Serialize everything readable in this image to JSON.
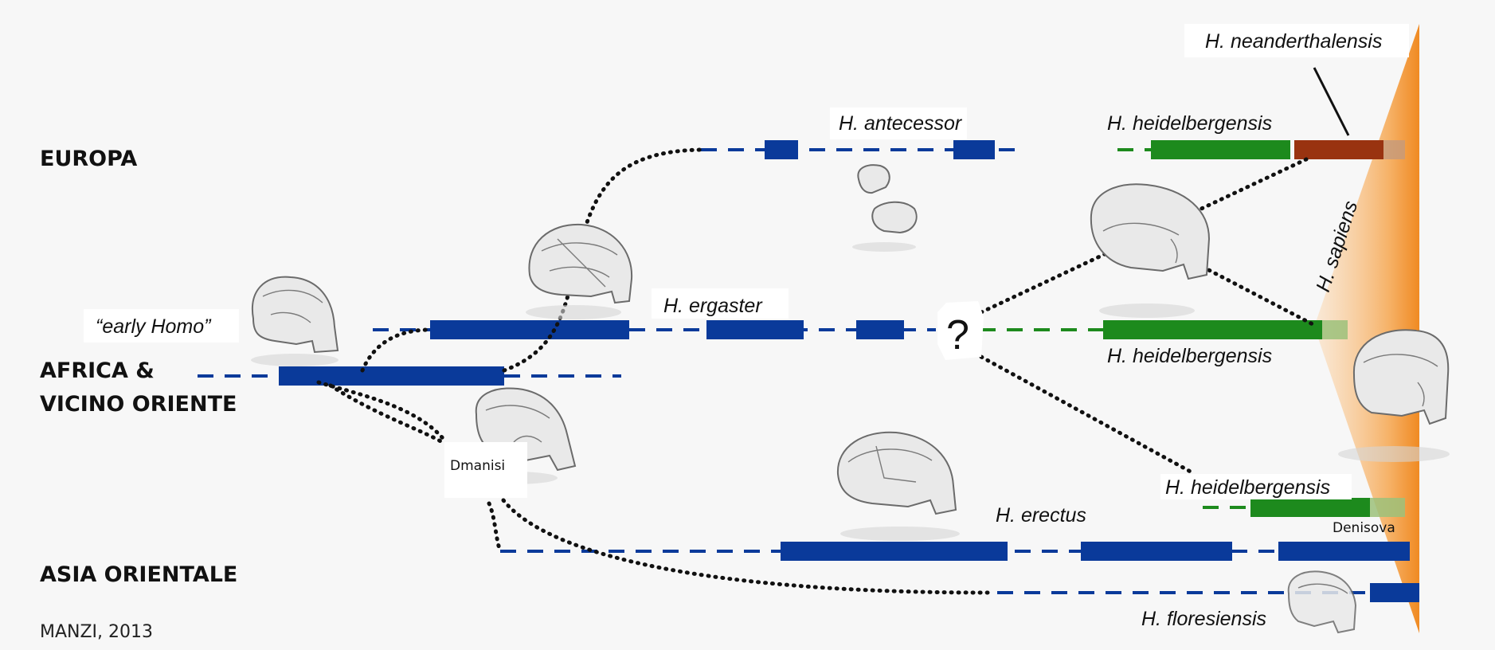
{
  "regions": {
    "europe": "EUROPA",
    "africa_line1": "AFRICA &",
    "africa_line2": "VICINO ORIENTE",
    "asia": "ASIA ORIENTALE"
  },
  "credit": "MANZI, 2013",
  "species": {
    "neanderthalensis": "H. neanderthalensis",
    "antecessor": "H. antecessor",
    "heidelbergensis_europe": "H. heidelbergensis",
    "early_homo_open": "“early ",
    "early_homo_italic": "Homo",
    "early_homo_close": "”",
    "ergaster": "H. ergaster",
    "heidelbergensis_africa": "H. heidelbergensis",
    "sapiens": "H. sapiens",
    "heidelbergensis_asia": "H. heidelbergensis",
    "erectus": "H. erectus",
    "floresiensis": "H. floresiensis"
  },
  "sites": {
    "dmanisi": "Dmanisi",
    "denisova": "Denisova"
  },
  "question_mark": "?",
  "colors": {
    "erectus_blue": "#0a3a9a",
    "heidelbergensis_green": "#1d8a1d",
    "neanderthal_brown": "#993310",
    "sapiens_orange": "#f39a3c"
  }
}
